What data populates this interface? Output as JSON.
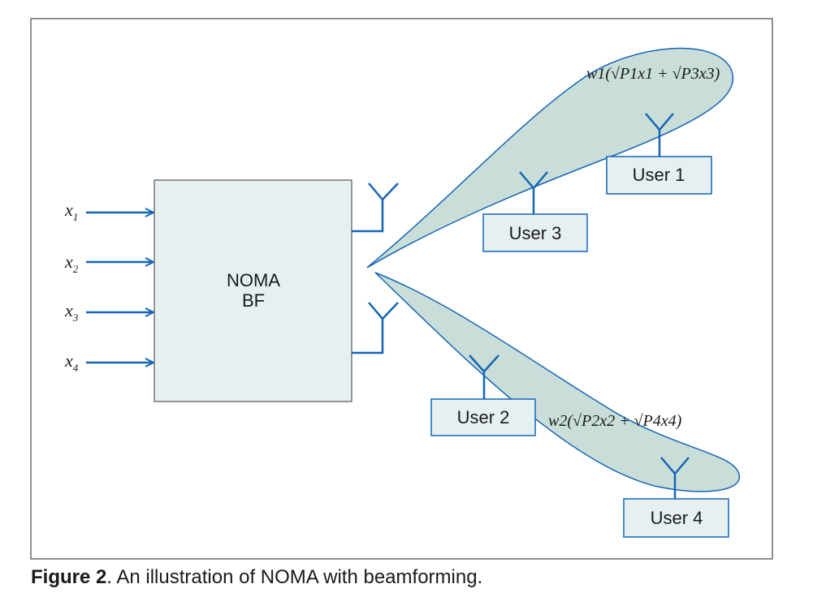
{
  "block": {
    "line1": "NOMA",
    "line2": "BF"
  },
  "inputs": [
    {
      "var": "x",
      "sub": "1"
    },
    {
      "var": "x",
      "sub": "2"
    },
    {
      "var": "x",
      "sub": "3"
    },
    {
      "var": "x",
      "sub": "4"
    }
  ],
  "users": {
    "user1": "User 1",
    "user2": "User 2",
    "user3": "User 3",
    "user4": "User 4"
  },
  "beam_upper_formula": "w1(√P1x1 + √P3x3)",
  "beam_lower_formula": "w2(√P2x2 + √P4x4)",
  "caption": {
    "label": "Figure 2",
    "text": ". An illustration of NOMA with beamforming."
  },
  "colors": {
    "line": "#1565b5",
    "beam_fill": "#c9ded9",
    "box_fill": "#e6f0f1",
    "frame": "#6a6a6a"
  }
}
